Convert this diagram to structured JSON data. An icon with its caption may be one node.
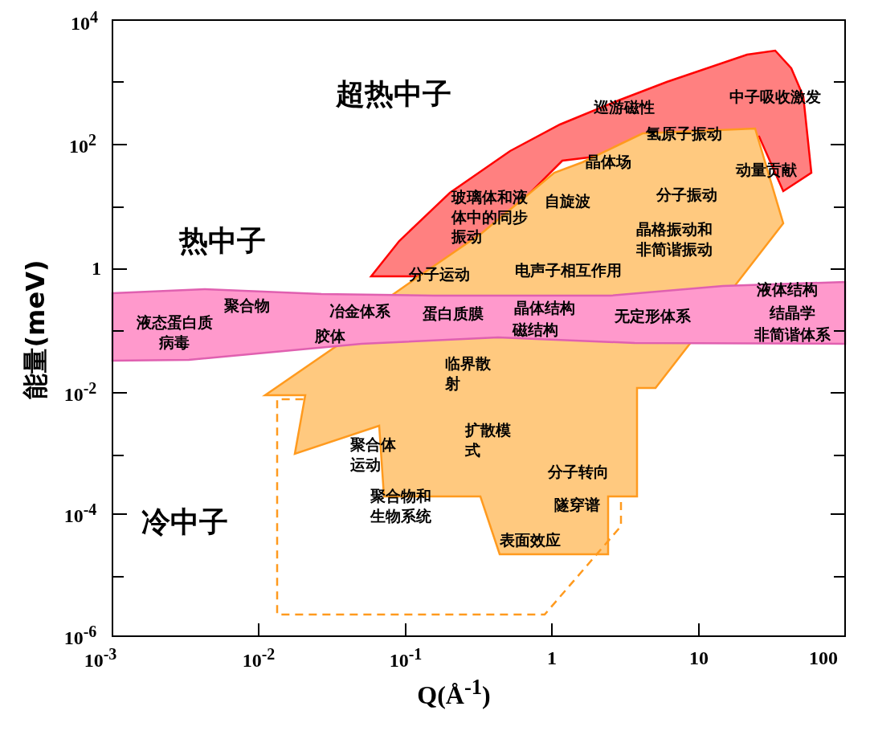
{
  "diagram": {
    "labels": [
      "10$^{4}$",
      "超热中子",
      "巡游磁性",
      "中子吸收激发",
      "10$^{2}$",
      "氢原子振动",
      "晶体场",
      "动量贡献",
      "玻璃体和液体中的同步振动",
      "自旋波",
      "分子振动",
      "热中子",
      "晶格振动和非简谐振动",
      "1",
      "分子运动",
      "电声子相互作用",
      "液体结构",
      "聚合物",
      "冶金体系",
      "蛋白质膜",
      "晶体结构",
      "无定形体系",
      "结晶学",
      "液态蛋白质病毒",
      "胶体",
      "磁结构",
      "非简谐体系",
      "能量(meV)",
      "临界散射",
      "10$^{-2}$",
      "扩散模式",
      "聚合体运动",
      "分子转向",
      "聚合物和生物系统",
      "隧穿谱",
      "10$^{-4}$",
      "冷中子",
      "表面效应",
      "10$^{-6}$",
      "10$^{-3}$",
      "10$^{-2}$",
      "10$^{-1}$",
      "1",
      "10",
      "100",
      "Q(Å$^{-1}$)"
    ]
  }
}
